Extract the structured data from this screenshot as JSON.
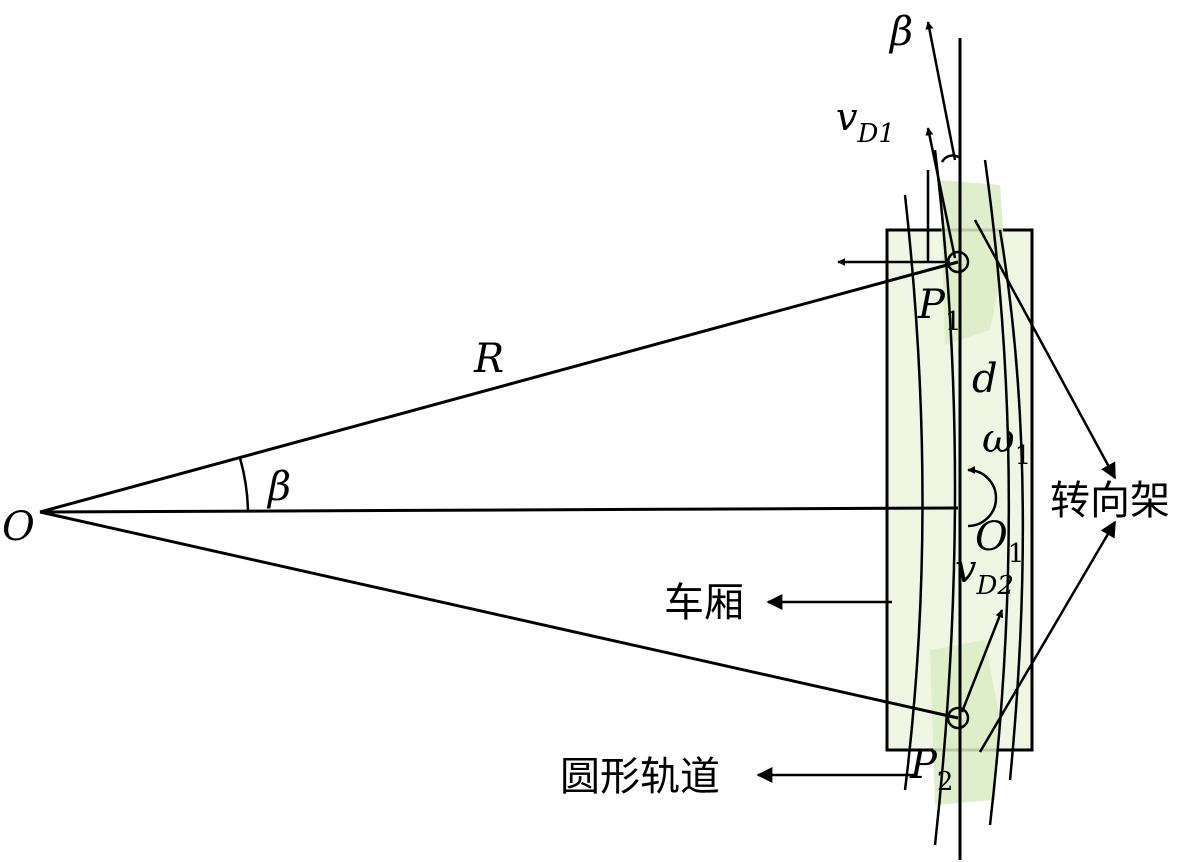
{
  "labels": {
    "origin": "O",
    "radius": "R",
    "angle_center": "β",
    "angle_top": "β",
    "v_d1": "v",
    "v_d1_sub": "D1",
    "v_d2": "v",
    "v_d2_sub": "D2",
    "p1": "P",
    "p1_sub": "1",
    "p2": "P",
    "p2_sub": "2",
    "distance": "d",
    "omega": "ω",
    "omega_sub": "1",
    "o1": "O",
    "o1_sub": "1",
    "bogie": "转向架",
    "carriage": "车厢",
    "circular_track": "圆形轨道"
  },
  "colors": {
    "line": "#000000",
    "carriage_fill": "#f1f5e3",
    "bogie_fill": "#d9ecc4"
  }
}
